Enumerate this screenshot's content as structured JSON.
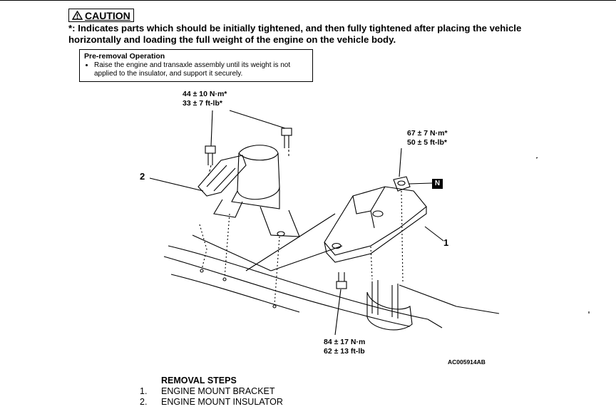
{
  "caution": {
    "label": "CAUTION",
    "text": "*: Indicates parts which should be initially tightened, and then fully tightened after placing the vehicle horizontally and loading the full weight of the engine on the vehicle body."
  },
  "pre_removal": {
    "title": "Pre-removal Operation",
    "items": [
      "Raise the engine and transaxle assembly until its weight is not applied to the insulator, and support it securely."
    ]
  },
  "torques": {
    "top_left": {
      "nm": "44 ± 10 N·m*",
      "ftlb": "33 ± 7 ft-lb*"
    },
    "right": {
      "nm": "67 ± 7 N·m*",
      "ftlb": "50 ± 5 ft-lb*"
    },
    "bottom": {
      "nm": "84 ± 17 N·m",
      "ftlb": "62 ± 13 ft-lb"
    }
  },
  "callouts": {
    "one": "1",
    "two": "2",
    "n_marker": "N"
  },
  "figure_code": "AC005914AB",
  "removal": {
    "heading": "REMOVAL STEPS",
    "steps": [
      {
        "num": "1.",
        "label": "ENGINE MOUNT BRACKET"
      },
      {
        "num": "2.",
        "label": "ENGINE MOUNT INSULATOR"
      }
    ]
  }
}
